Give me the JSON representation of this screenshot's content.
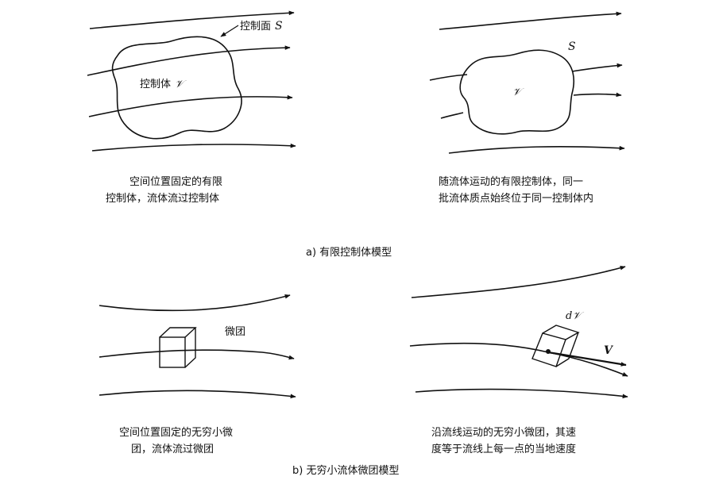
{
  "panel_a": {
    "left": {
      "surface_label": "控制面",
      "surface_symbol": "S",
      "volume_label": "控制体",
      "volume_symbol": "𝒱",
      "caption_line1": "空间位置固定的有限",
      "caption_line2": "控制体，流体流过控制体"
    },
    "right": {
      "surface_symbol": "S",
      "volume_symbol": "𝒱",
      "caption_line1": "随流体运动的有限控制体，同一",
      "caption_line2": "批流体质点始终位于同一控制体内"
    },
    "title": "a) 有限控制体模型"
  },
  "panel_b": {
    "left": {
      "element_label": "微团",
      "caption_line1": "空间位置固定的无穷小微",
      "caption_line2": "团，流体流过微团"
    },
    "right": {
      "element_symbol": "d𝒱",
      "velocity_symbol": "V",
      "caption_line1": "沿流线运动的无穷小微团，其速",
      "caption_line2": "度等于流线上每一点的当地速度"
    },
    "title": "b) 无穷小流体微团模型"
  }
}
